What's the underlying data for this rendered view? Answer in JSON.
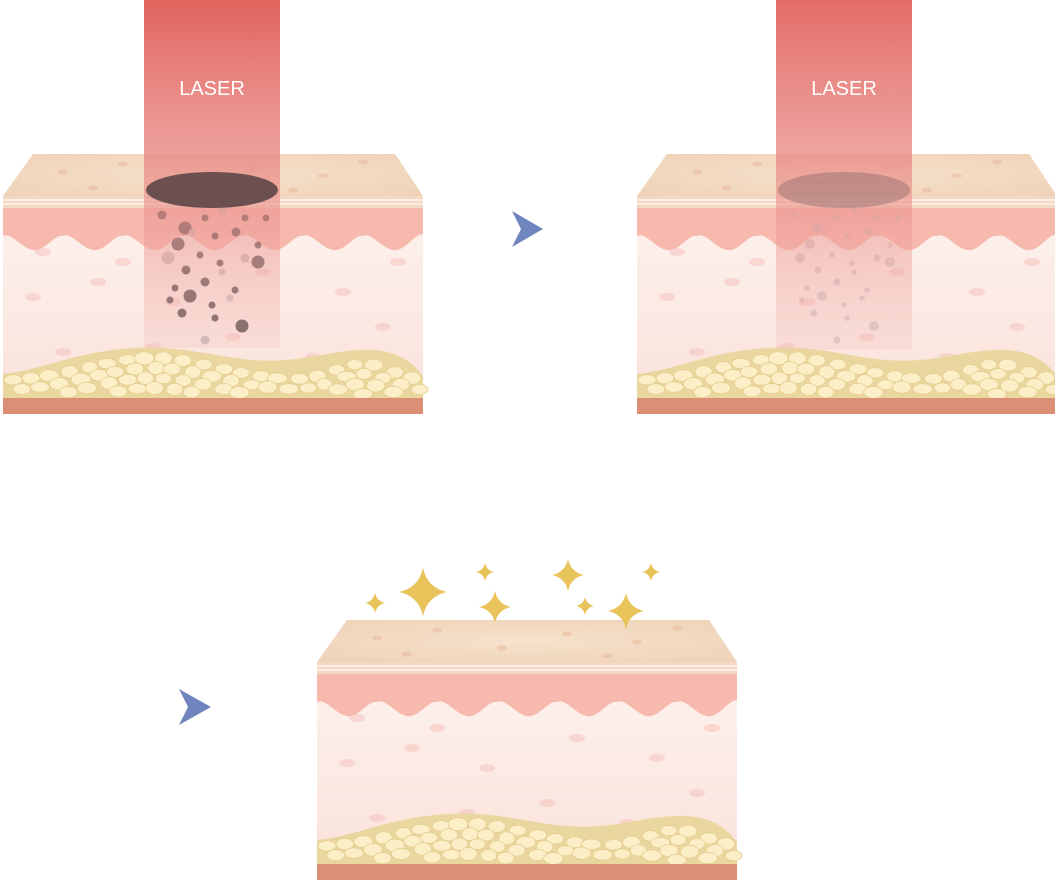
{
  "panels": [
    {
      "id": "before",
      "laser_label": "LASER",
      "stage": "pigment"
    },
    {
      "id": "during",
      "laser_label": "LASER",
      "stage": "breaking"
    },
    {
      "id": "after",
      "laser_label": "",
      "stage": "clear"
    }
  ],
  "arrow_icon": "triangle-arrow-right-icon",
  "sparkle_icon": "four-point-star-icon",
  "colors": {
    "laser_top": "#e05b55",
    "laser_bottom": "#f2b0ac",
    "skin_top": "#f1d6bd",
    "skin_spot": "#e9c1a4",
    "epidermis": "#f7b9ad",
    "dermis": "#fbeae4",
    "dermis_spot": "#f5c3bd",
    "fat": "#fcefc8",
    "fat_bg": "#ead7a0",
    "base": "#dc8f77",
    "pigment": "#3f3a3a",
    "pigment_light": "#bdb3b3",
    "arrow": "#7085bd",
    "sparkle": "#e9c45a"
  }
}
